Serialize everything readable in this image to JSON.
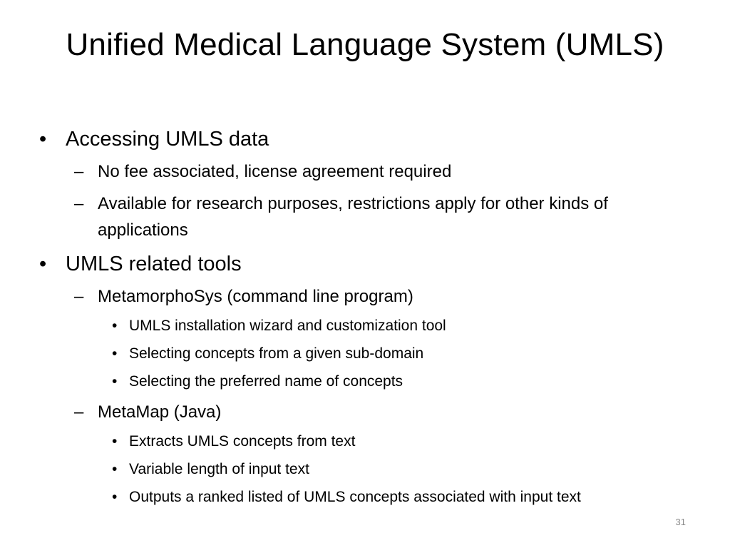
{
  "slide": {
    "title": "Unified Medical Language System (UMLS)",
    "page_number": "31",
    "bullets": [
      {
        "text": "Accessing UMLS data",
        "marker": "•",
        "sub": [
          {
            "text": "No fee associated, license agreement required",
            "marker": "–"
          },
          {
            "text": "Available for research purposes, restrictions apply for other kinds of applications",
            "marker": "–"
          }
        ]
      },
      {
        "text": "UMLS related tools",
        "marker": "•",
        "sub": [
          {
            "text": "MetamorphoSys (command line program)",
            "marker": "–",
            "sub": [
              {
                "text": "UMLS installation wizard and customization tool",
                "marker": "•"
              },
              {
                "text": "Selecting concepts from a given sub-domain",
                "marker": "•"
              },
              {
                "text": "Selecting the preferred name of concepts",
                "marker": "•"
              }
            ]
          },
          {
            "text": "MetaMap (Java)",
            "marker": "–",
            "sub": [
              {
                "text": "Extracts UMLS concepts from text",
                "marker": "•"
              },
              {
                "text": "Variable length of input text",
                "marker": "•"
              },
              {
                "text": "Outputs a ranked listed of UMLS concepts associated with input text",
                "marker": "•"
              }
            ]
          }
        ]
      }
    ]
  }
}
